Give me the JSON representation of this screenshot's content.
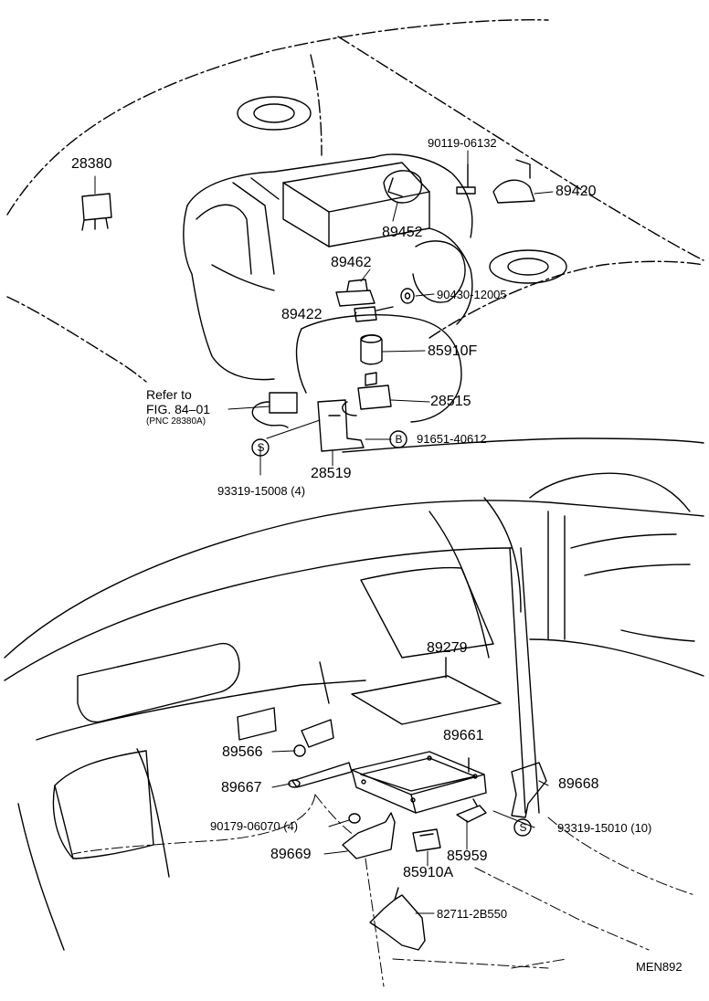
{
  "diagram": {
    "code": "MEN892",
    "refer": {
      "line1": "Refer to",
      "line2": "FIG. 84–01",
      "line3": "(PNC 28380A)"
    },
    "symbols": {
      "s": "S",
      "b": "B"
    },
    "parts": {
      "p28380": "28380",
      "p90119": "90119-06132",
      "p89420": "89420",
      "p89452": "89452",
      "p89462": "89462",
      "p90430": "90430-12005",
      "p89422": "89422",
      "p85910F": "85910F",
      "p28515": "28515",
      "p91651": "91651-40612",
      "p28519": "28519",
      "p93319_15008": "93319-15008 (4)",
      "p89279": "89279",
      "p89661": "89661",
      "p89566": "89566",
      "p89667": "89667",
      "p89668": "89668",
      "p90179": "90179-06070 (4)",
      "p93319_15010": "93319-15010 (10)",
      "p89669": "89669",
      "p85959": "85959",
      "p85910A": "85910A",
      "p82711": "82711-2B550"
    }
  }
}
